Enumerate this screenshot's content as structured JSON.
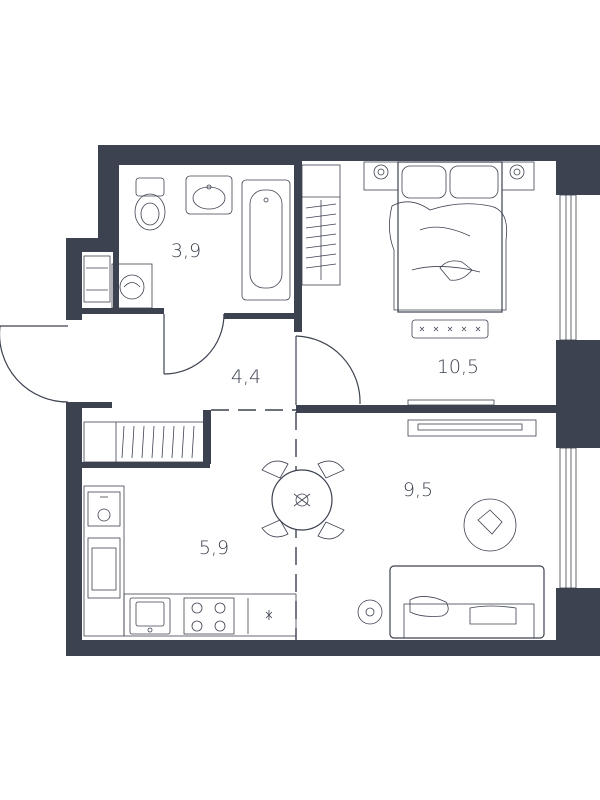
{
  "rooms": [
    {
      "id": "bathroom",
      "area": "3,9"
    },
    {
      "id": "hallway",
      "area": "4,4"
    },
    {
      "id": "kitchen",
      "area": "5,9"
    },
    {
      "id": "bedroom",
      "area": "10,5"
    },
    {
      "id": "living",
      "area": "9,5"
    }
  ],
  "colors": {
    "wall": "#3d4250",
    "background": "#ffffff"
  }
}
